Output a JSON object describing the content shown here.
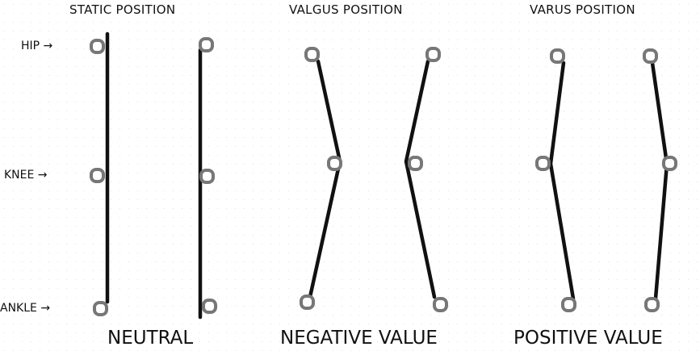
{
  "titles": {
    "static": "STATIC POSITION",
    "valgus": "VALGUS POSITION",
    "varus": "VARUS POSITION"
  },
  "joints": {
    "hip": "HIP →",
    "knee": "KNEE →",
    "ankle": "ANKLE →"
  },
  "values": {
    "neutral": "NEUTRAL",
    "negative": "NEGATIVE VALUE",
    "positive": "POSITIVE VALUE"
  },
  "colors": {
    "line": "#111111",
    "joint": "#7a7a7a"
  }
}
